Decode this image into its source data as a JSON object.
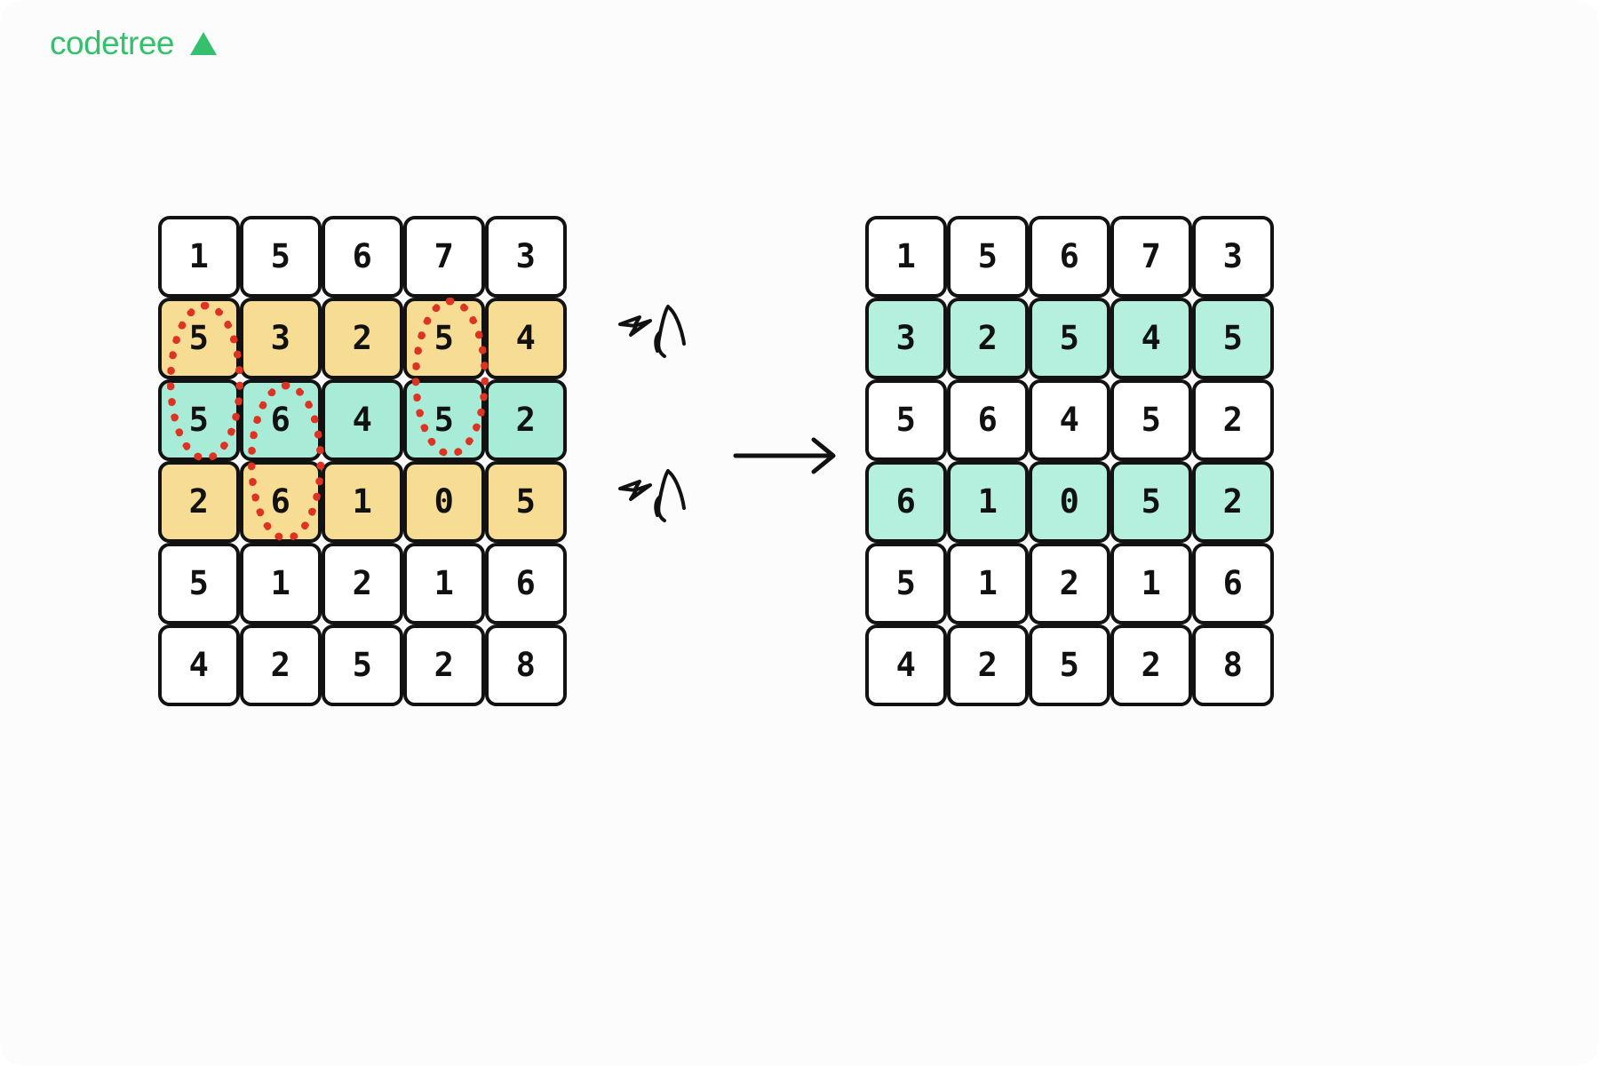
{
  "brand": {
    "wordmark": "codetree",
    "logo_icon": "triangle-up-icon",
    "color": "#35c06d"
  },
  "colors": {
    "highlight_yellow": "#f7dc94",
    "highlight_teal": "#a8ecd7",
    "marker_red": "#dd3322",
    "cell_border": "#121212",
    "cell_background": "#ffffff",
    "page_background": "#fcfcfc"
  },
  "left_grid": {
    "name": "before-grid",
    "rows": 6,
    "cols": 5,
    "values": [
      [
        "1",
        "5",
        "6",
        "7",
        "3"
      ],
      [
        "5",
        "3",
        "2",
        "5",
        "4"
      ],
      [
        "5",
        "6",
        "4",
        "5",
        "2"
      ],
      [
        "2",
        "6",
        "1",
        "0",
        "5"
      ],
      [
        "5",
        "1",
        "2",
        "1",
        "6"
      ],
      [
        "4",
        "2",
        "5",
        "2",
        "8"
      ]
    ],
    "row_fill": [
      "none",
      "yellow",
      "teal",
      "yellow",
      "none",
      "none"
    ],
    "markers": [
      {
        "label": "selection-col1-rows2-3",
        "col": 1,
        "row_start": 2,
        "row_end": 3
      },
      {
        "label": "selection-col4-rows2-3",
        "col": 4,
        "row_start": 2,
        "row_end": 3
      },
      {
        "label": "selection-col2-rows3-4",
        "col": 2,
        "row_start": 3,
        "row_end": 4
      }
    ]
  },
  "right_grid": {
    "name": "after-grid",
    "rows": 6,
    "cols": 5,
    "values": [
      [
        "1",
        "5",
        "6",
        "7",
        "3"
      ],
      [
        "3",
        "2",
        "5",
        "4",
        "5"
      ],
      [
        "5",
        "6",
        "4",
        "5",
        "2"
      ],
      [
        "6",
        "1",
        "0",
        "5",
        "2"
      ],
      [
        "5",
        "1",
        "2",
        "1",
        "6"
      ],
      [
        "4",
        "2",
        "5",
        "2",
        "8"
      ]
    ],
    "row_fill": [
      "none",
      "teal",
      "none",
      "teal",
      "none",
      "none"
    ]
  },
  "annotations": {
    "click_top": "click-gesture-icon",
    "click_bottom": "click-gesture-icon",
    "transition": "right-arrow-icon"
  }
}
